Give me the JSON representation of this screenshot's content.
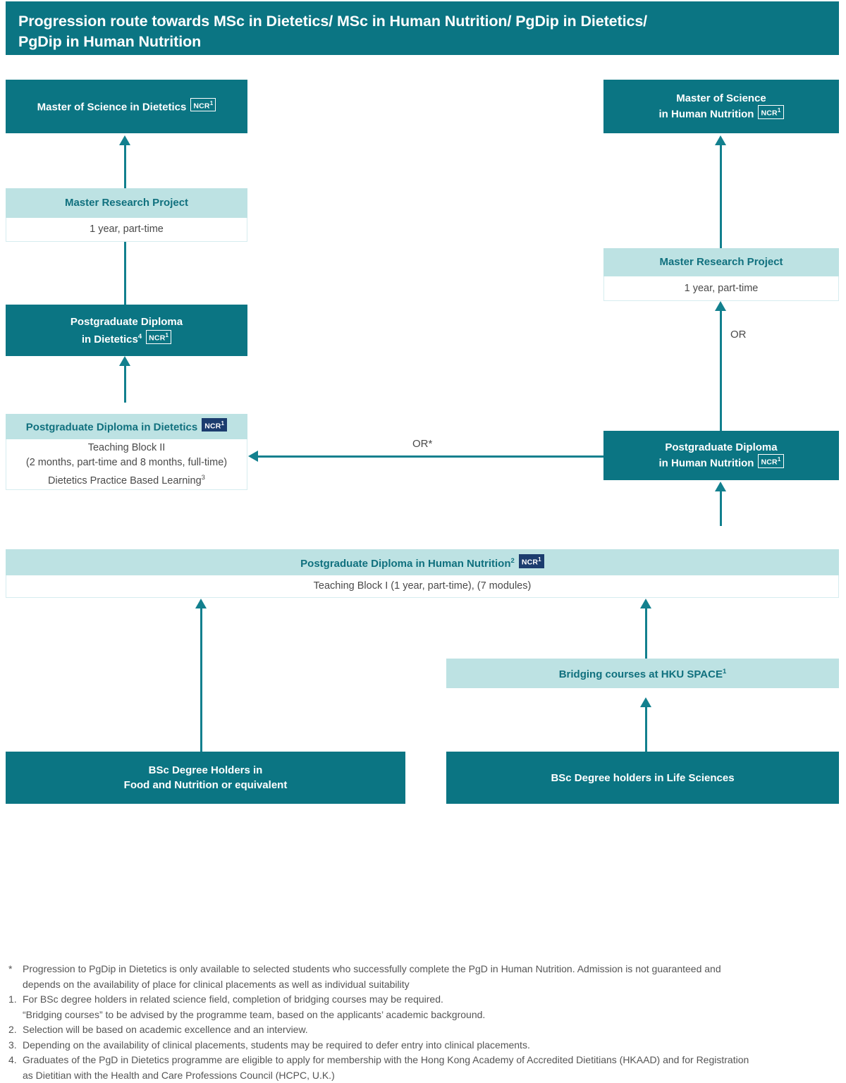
{
  "header": {
    "line1": "Progression route towards MSc in Dietetics/ MSc in Human Nutrition/ PgDip in Dietetics/",
    "line2": "PgDip in Human Nutrition"
  },
  "colors": {
    "dark_teal": "#0b7583",
    "light_teal": "#bde2e3",
    "connector": "#12808e",
    "badge_navy": "#1b3c6e",
    "body_text": "#4a4a4a"
  },
  "badge": {
    "label": "NCR",
    "sup": "1"
  },
  "nodes": {
    "msc_dietetics": {
      "line1": "Master of Science in Dietetics"
    },
    "master_research_project_left": {
      "title": "Master Research Project",
      "body": "1 year, part-time"
    },
    "pgdip_dietetics_dark": {
      "line1": "Postgraduate Diploma",
      "line2": "in Dietetics",
      "sup": "4"
    },
    "pgdip_dietetics_light": {
      "title": "Postgraduate Diploma in Dietetics",
      "body_line1": "Teaching Block II",
      "body_line2": "(2 months, part-time and 8 months, full-time)",
      "body_line3": "Dietetics Practice Based Learning",
      "body_line3_sup": "3"
    },
    "msc_human_nutrition": {
      "line1": "Master of Science",
      "line2": "in Human Nutrition"
    },
    "master_research_project_right": {
      "title": "Master Research Project",
      "body": "1 year, part-time"
    },
    "pgdip_human_nutrition_dark": {
      "line1": "Postgraduate Diploma",
      "line2": "in Human Nutrition"
    },
    "pgdip_human_nutrition_light": {
      "title": "Postgraduate Diploma in Human Nutrition",
      "title_sup": "2",
      "body": "Teaching Block I (1 year, part-time), (7 modules)"
    },
    "bridging_courses": {
      "label": "Bridging courses at HKU SPACE",
      "sup": "1"
    },
    "bsc_food_nutrition": {
      "line1": "BSc Degree Holders in",
      "line2": "Food and Nutrition or equivalent"
    },
    "bsc_life_sciences": {
      "line1": "BSc Degree holders in Life Sciences"
    }
  },
  "connector_labels": {
    "or_star": "OR*",
    "or_right": "OR"
  },
  "footnotes": [
    {
      "marker": "*",
      "line1": "Progression to PgDip in Dietetics is only available to selected students who successfully complete the PgD in Human Nutrition. Admission is not guaranteed and",
      "line2": "depends on the availability of place for clinical placements as well as individual suitability"
    },
    {
      "marker": "1.",
      "line1": "For BSc degree holders in related science field, completion of bridging courses may be required.",
      "line2": "“Bridging courses” to be advised by the programme team, based on the applicants’ academic background."
    },
    {
      "marker": "2.",
      "line1": "Selection will be based on academic excellence and an interview.",
      "line2": ""
    },
    {
      "marker": "3.",
      "line1": "Depending on the availability of clinical placements, students may be required to defer entry into clinical placements.",
      "line2": ""
    },
    {
      "marker": "4.",
      "line1": "Graduates of the PgD in Dietetics programme are eligible to apply for membership with the Hong Kong Academy of Accredited Dietitians (HKAAD) and for Registration",
      "line2": "as Dietitian with the Health and Care Professions Council (HCPC, U.K.)"
    }
  ]
}
